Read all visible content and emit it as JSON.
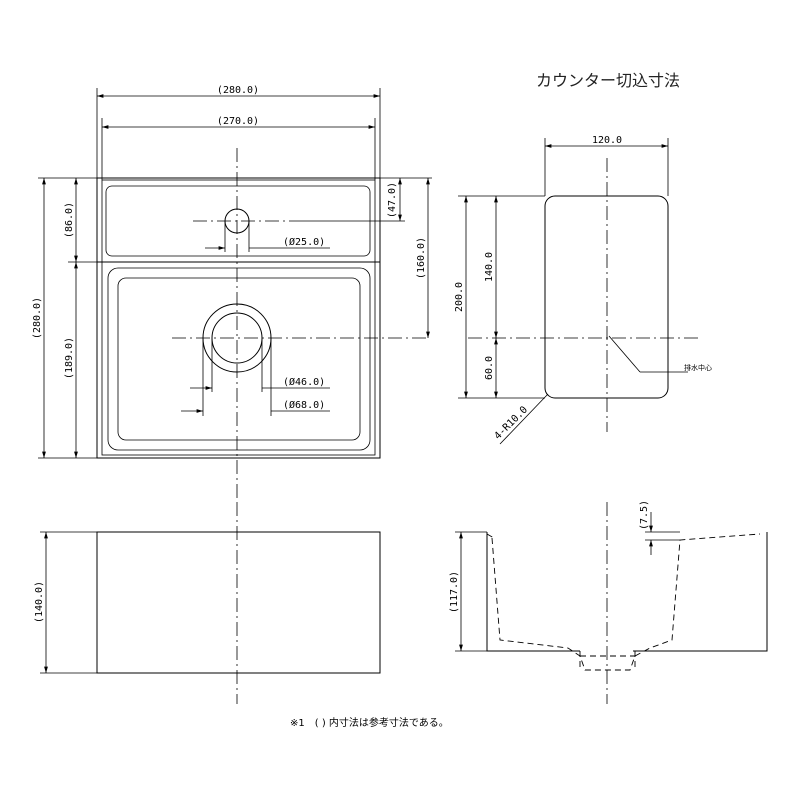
{
  "title": "カウンター切込寸法",
  "note": "※1　( ) 内寸法は参考寸法である。",
  "drain_center_label": "排水中心",
  "top_view": {
    "overall_width": "(280.0)",
    "inner_width": "(270.0)",
    "overall_depth": "(280.0)",
    "faucet_band": "(86.0)",
    "basin_depth": "(189.0)",
    "faucet_offset": "(47.0)",
    "drain_offset": "(160.0)",
    "faucet_hole": "(Ø25.0)",
    "drain_inner": "(Ø46.0)",
    "drain_outer": "(Ø68.0)"
  },
  "cutout_view": {
    "width": "120.0",
    "depth": "200.0",
    "back_to_drain": "140.0",
    "drain_to_front": "60.0",
    "corner_radius": "4-R10.0"
  },
  "front_view": {
    "height": "(140.0)"
  },
  "section_view": {
    "basin_depth": "(117.0)",
    "rim": "(7.5)"
  }
}
